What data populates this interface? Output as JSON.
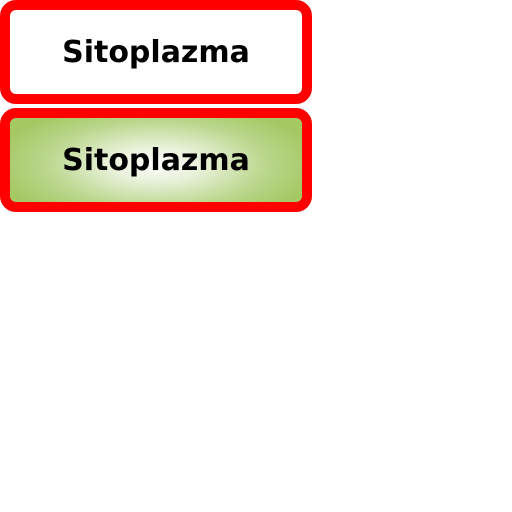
{
  "options": [
    {
      "label": "Sitoplazma",
      "state": "default"
    },
    {
      "label": "Sitoplazma",
      "state": "selected"
    }
  ],
  "colors": {
    "border": "#ff0000",
    "default_fill": "#ffffff",
    "selected_fill": "#a5c863",
    "text": "#000000"
  }
}
